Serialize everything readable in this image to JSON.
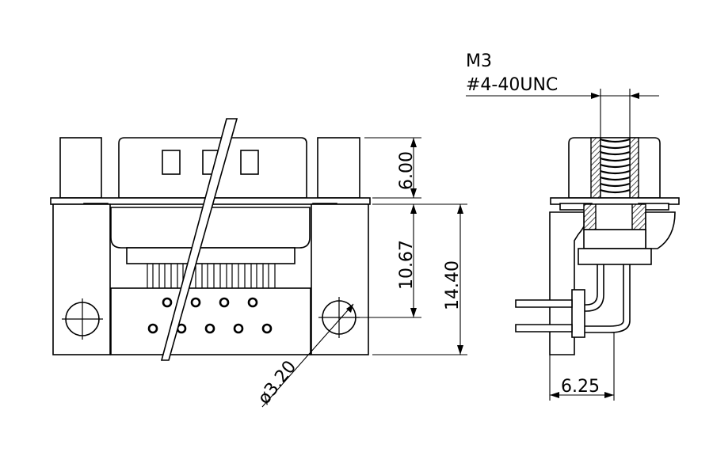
{
  "drawing": {
    "thread_spec_line1": "M3",
    "thread_spec_line2": "#4-40UNC",
    "dim_flange_height": "6.00",
    "dim_pin_row_height": "10.67",
    "dim_total_height": "14.40",
    "dim_mount_hole_diameter": "ø3.20",
    "dim_pin_offset": "6.25"
  }
}
